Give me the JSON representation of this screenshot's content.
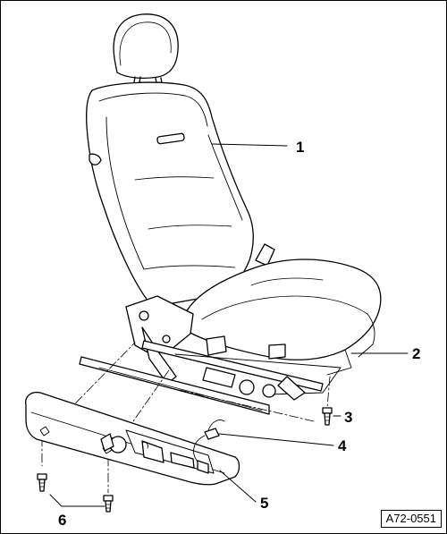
{
  "callouts": [
    {
      "id": "1",
      "label": "1"
    },
    {
      "id": "2",
      "label": "2"
    },
    {
      "id": "3",
      "label": "3"
    },
    {
      "id": "4",
      "label": "4"
    },
    {
      "id": "5",
      "label": "5"
    },
    {
      "id": "6",
      "label": "6"
    }
  ],
  "reference_code": "A72-0551",
  "colors": {
    "line": "#000000",
    "background": "#ffffff"
  }
}
